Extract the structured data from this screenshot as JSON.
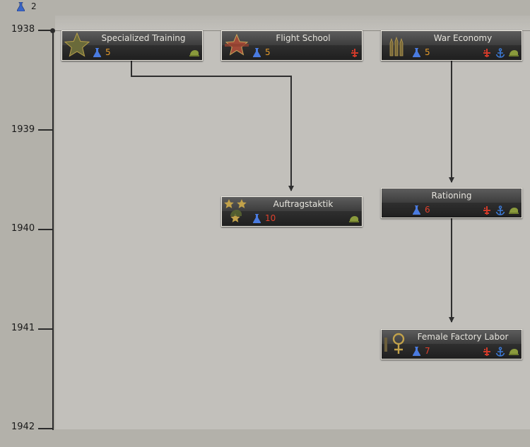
{
  "header": {
    "research_slots": "2"
  },
  "timeline": {
    "years": [
      "1938",
      "1939",
      "1940",
      "1941",
      "1942"
    ]
  },
  "colors": {
    "cost_normal": "#e39a2a",
    "cost_high": "#e0402c",
    "air_icon": "#d23a2a",
    "navy_icon": "#3c7ad6",
    "army_icon": "#8a9a3c"
  },
  "techs": [
    {
      "name": "Specialized Training",
      "cost": "5",
      "cost_state": "normal",
      "icons": [
        "army-icon"
      ]
    },
    {
      "name": "Flight School",
      "cost": "5",
      "cost_state": "normal",
      "icons": [
        "air-icon"
      ]
    },
    {
      "name": "War Economy",
      "cost": "5",
      "cost_state": "normal",
      "icons": [
        "air-icon",
        "navy-icon",
        "army-icon"
      ]
    },
    {
      "name": "Auftragstaktik",
      "cost": "10",
      "cost_state": "high",
      "icons": [
        "army-icon"
      ]
    },
    {
      "name": "Rationing",
      "cost": "6",
      "cost_state": "high",
      "icons": [
        "air-icon",
        "navy-icon",
        "army-icon"
      ]
    },
    {
      "name": "Female Factory Labor",
      "cost": "7",
      "cost_state": "high",
      "icons": [
        "air-icon",
        "navy-icon",
        "army-icon"
      ]
    }
  ]
}
